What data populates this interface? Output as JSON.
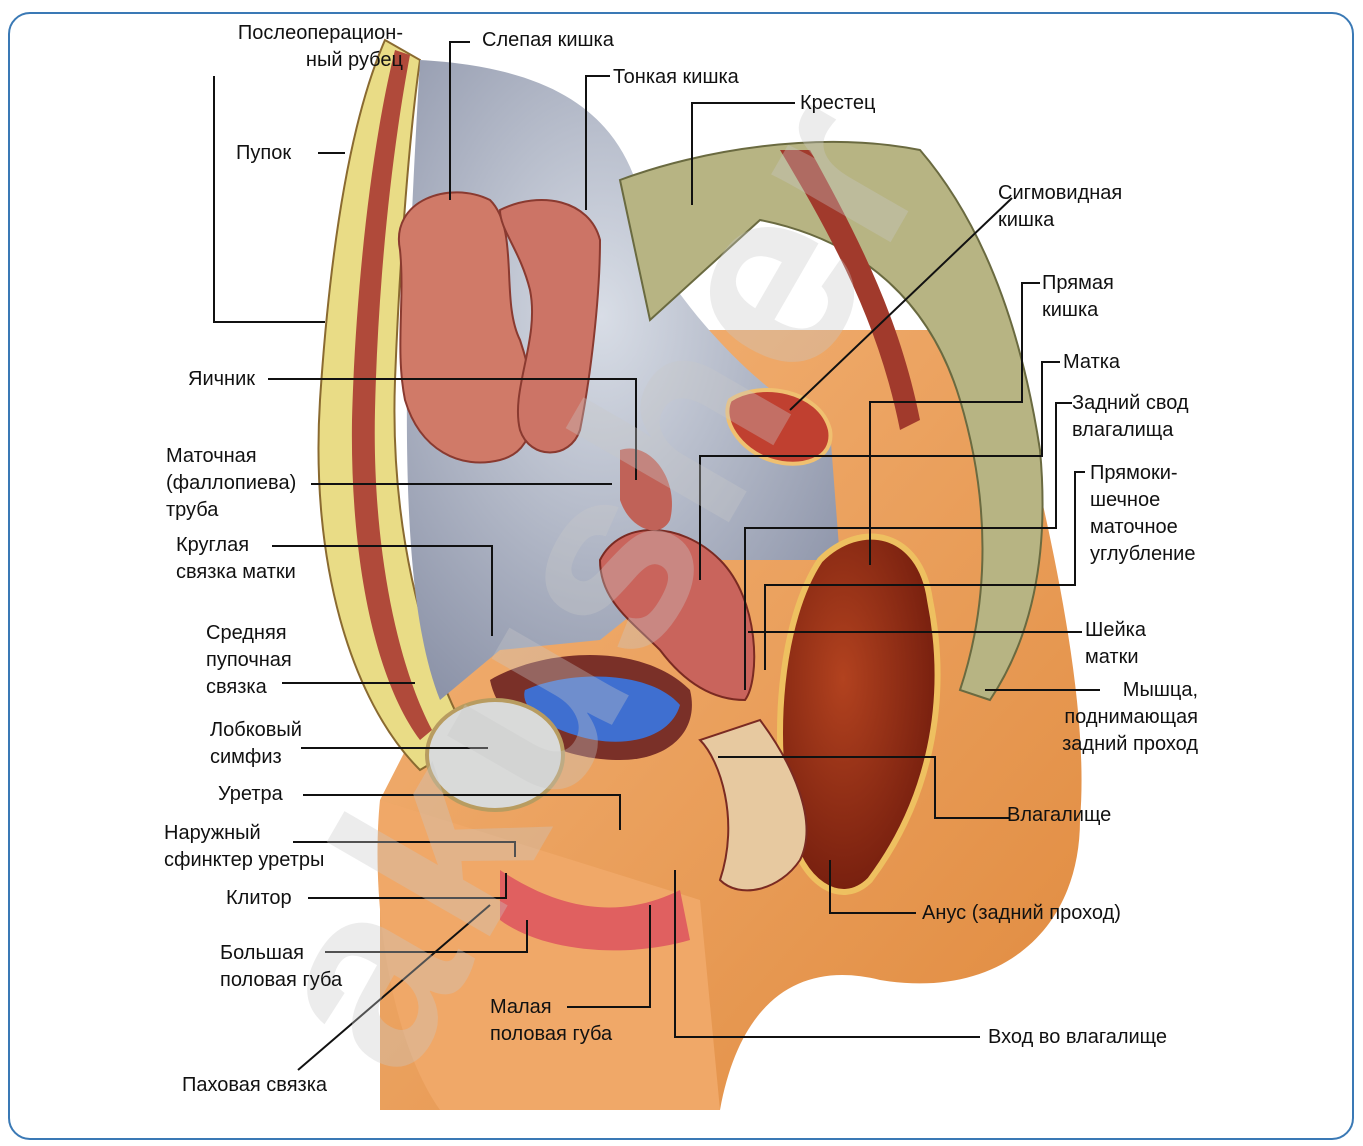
{
  "labels": {
    "postop_scar": "Послеоперацион-\nный рубец",
    "cecum": "Слепая кишка",
    "small_intestine": "Тонкая кишка",
    "sacrum": "Крестец",
    "navel": "Пупок",
    "sigmoid": "Сигмовидная\nкишка",
    "rectum": "Прямая\nкишка",
    "uterus": "Матка",
    "posterior_fornix": "Задний свод\nвлагалища",
    "ovary": "Яичник",
    "fallopian_tube": "Маточная\n(фаллопиева)\nтруба",
    "rectouterine_pouch": "Прямоки-\nшечное\nматочное\nуглубление",
    "round_ligament": "Круглая\nсвязка матки",
    "cervix": "Шейка\nматки",
    "median_umbilical": "Средняя\nпупочная\nсвязка",
    "levator_ani": "Мышца,\nподнимающая\nзадний проход",
    "pubic_symphysis": "Лобковый\nсимфиз",
    "urethra": "Уретра",
    "vagina": "Влагалище",
    "ext_sphincter": "Наружный\nсфинктер уретры",
    "clitoris": "Клитор",
    "anus": "Анус (задний проход)",
    "labia_majora": "Большая\nполовая губа",
    "labia_minora": "Малая\nполовая губа",
    "vaginal_entrance": "Вход во влагалище",
    "inguinal_ligament": "Паховая связка"
  },
  "watermark": "akusher"
}
